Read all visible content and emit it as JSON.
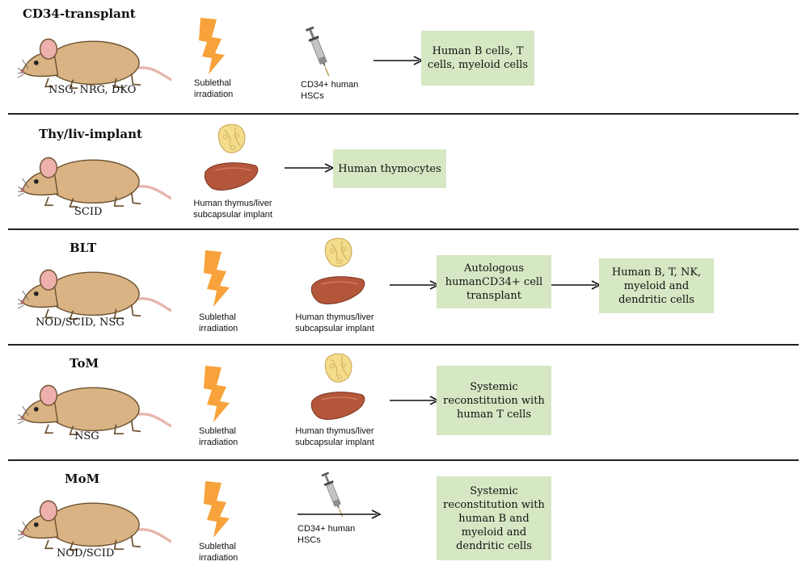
{
  "rows": [
    {
      "title": "CD34-transplant",
      "strain": "NSG, NRG, DKO",
      "irradiation": "Sublethal\nirradiation",
      "hsc": "CD34+ human\nHSCs",
      "results": [
        "Human B cells, T cells, myeloid cells"
      ]
    },
    {
      "title": "Thy/liv-implant",
      "strain": "SCID",
      "implant": "Human thymus/liver\nsubcapsular implant",
      "results": [
        "Human thymocytes"
      ]
    },
    {
      "title": "BLT",
      "strain": "NOD/SCID, NSG",
      "irradiation": "Sublethal\nirradiation",
      "implant": "Human thymus/liver\nsubcapsular implant",
      "results": [
        "Autologous humanCD34+ cell transplant",
        "Human B, T, NK, myeloid and dendritic cells"
      ]
    },
    {
      "title": "ToM",
      "strain": "NSG",
      "irradiation": "Sublethal\nirradiation",
      "implant": "Human thymus/liver\nsubcapsular implant",
      "results": [
        "Systemic reconstitution with human T cells"
      ]
    },
    {
      "title": "MoM",
      "strain": "NOD/SCID",
      "irradiation": "Sublethal\nirradiation",
      "hsc": "CD34+ human\nHSCs",
      "results": [
        "Systemic reconstitution with human B and myeloid and dendritic cells"
      ]
    }
  ],
  "colors": {
    "box_fill": "#d6e7c3",
    "mouse_body": "#d9b383",
    "mouse_ear": "#eeb0ac",
    "bolt": "#f7a23a",
    "thymus": "#f3dc8c",
    "liver": "#b3563a",
    "divider": "#222222"
  },
  "icons": [
    "mouse-icon",
    "lightning-bolt-icon",
    "syringe-icon",
    "thymus-icon",
    "liver-icon",
    "arrow-icon"
  ]
}
